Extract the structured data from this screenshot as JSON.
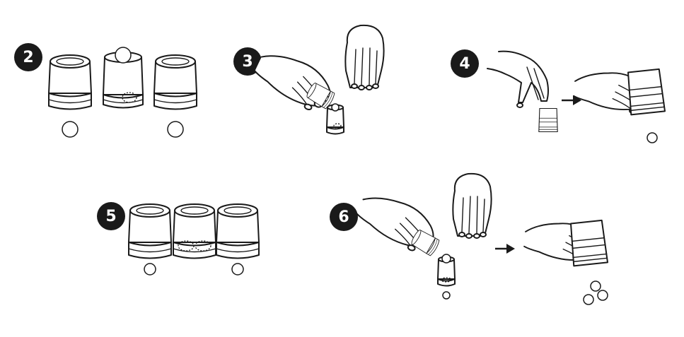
{
  "steps": [
    {
      "number": "2"
    },
    {
      "number": "3"
    },
    {
      "number": "4"
    },
    {
      "number": "5"
    },
    {
      "number": "6"
    }
  ],
  "colors": {
    "ink": "#1a1a1a",
    "paper": "#ffffff"
  },
  "icons": [
    "cup-icon",
    "ball-icon",
    "hand-icon",
    "arrow-right-icon"
  ]
}
